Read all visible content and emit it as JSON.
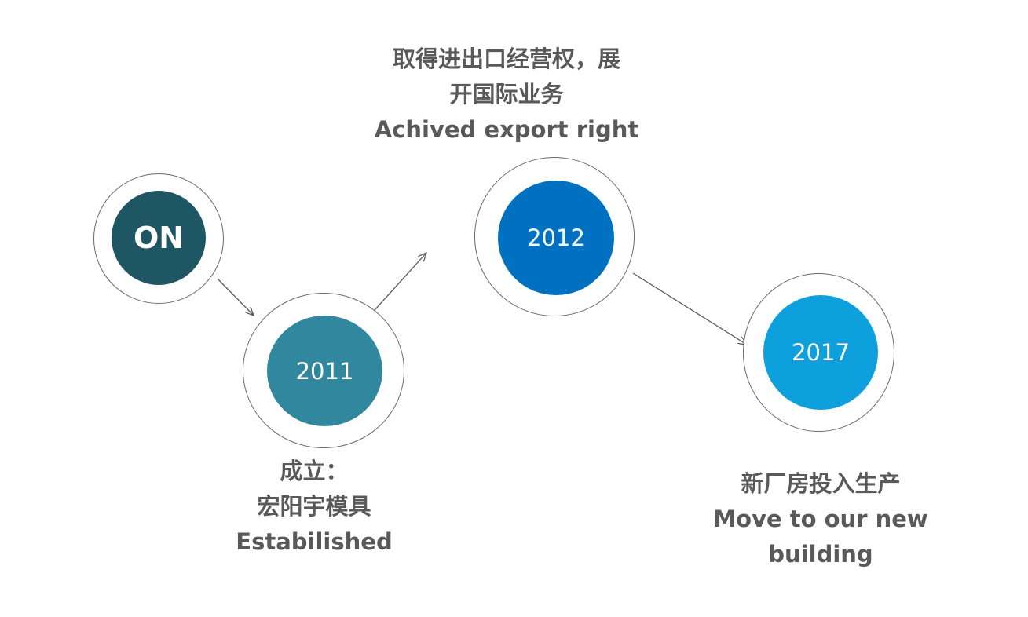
{
  "nodes": [
    {
      "id": "start",
      "text": "ON",
      "color": "#1f5663"
    },
    {
      "id": "2011",
      "text": "2011",
      "color": "#31879e"
    },
    {
      "id": "2012",
      "text": "2012",
      "color": "#0070c0"
    },
    {
      "id": "2017",
      "text": "2017",
      "color": "#0ea0dc"
    }
  ],
  "labels": {
    "m2011": {
      "line1": "成立：",
      "line2": "宏阳宇模具",
      "line3": "Estabilished"
    },
    "m2012": {
      "line1": "取得进出口经营权，展",
      "line2": "开国际业务",
      "line3": "Achived export right"
    },
    "m2017": {
      "line1": "新厂房投入生产",
      "line2": "Move to our new",
      "line3": "building"
    }
  },
  "colors": {
    "text": "#595959",
    "ring": "#6a6a6a",
    "arrow": "#595959"
  }
}
